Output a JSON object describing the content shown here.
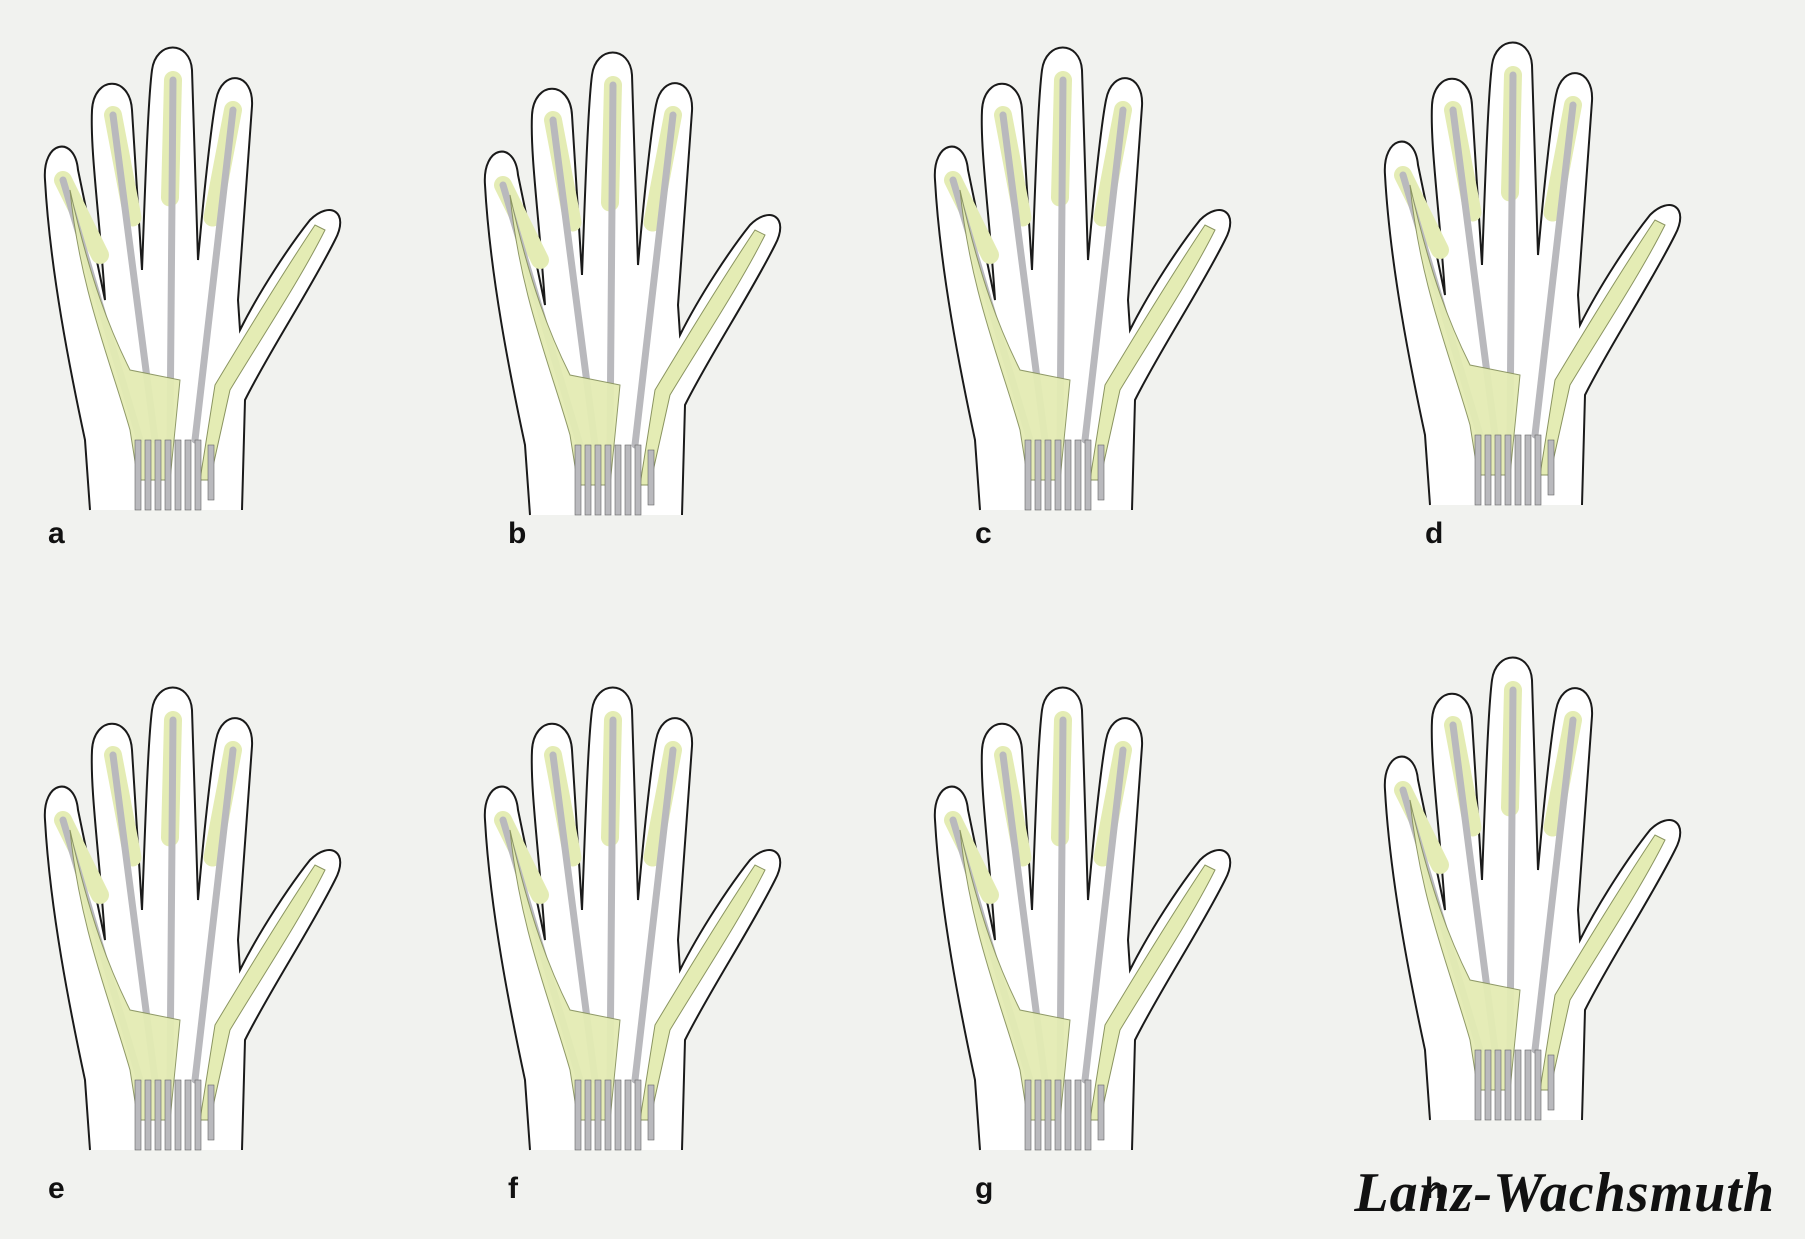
{
  "figure": {
    "panels": [
      {
        "label": "a"
      },
      {
        "label": "b"
      },
      {
        "label": "c"
      },
      {
        "label": "d"
      },
      {
        "label": "e"
      },
      {
        "label": "f"
      },
      {
        "label": "g"
      },
      {
        "label": "h"
      }
    ],
    "credit": "Lanz-Wachsmuth"
  },
  "colors": {
    "background": "#f1f2ef",
    "tendon_sheath": "#e4ecb4",
    "tendon": "#b9b9bd",
    "outline": "#1a1a1a"
  }
}
